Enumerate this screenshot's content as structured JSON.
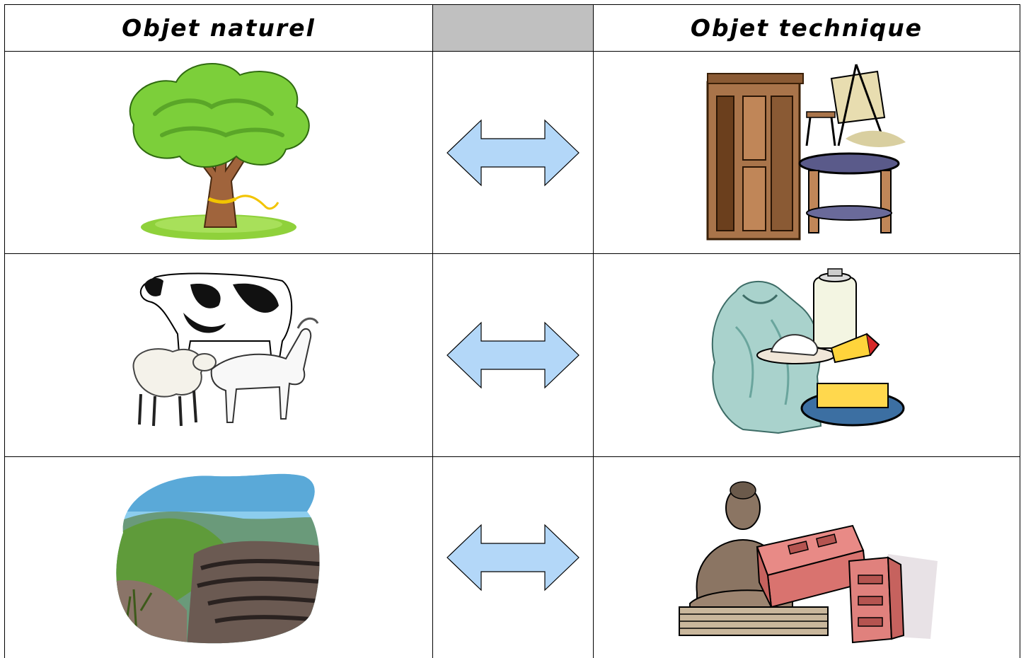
{
  "table": {
    "header_left": "Objet naturel",
    "header_right": "Objet technique"
  },
  "rows": [
    {
      "natural": "tree-illustration",
      "technical": "furniture-illustration"
    },
    {
      "natural": "farm-animals-illustration",
      "technical": "wool-and-dairy-illustration"
    },
    {
      "natural": "rock-landscape-illustration",
      "technical": "bricks-and-statue-illustration"
    }
  ],
  "colors": {
    "header_middle": "#c0c0c0",
    "arrow_fill": "#b3d7f8",
    "grid_line": "#000000"
  }
}
